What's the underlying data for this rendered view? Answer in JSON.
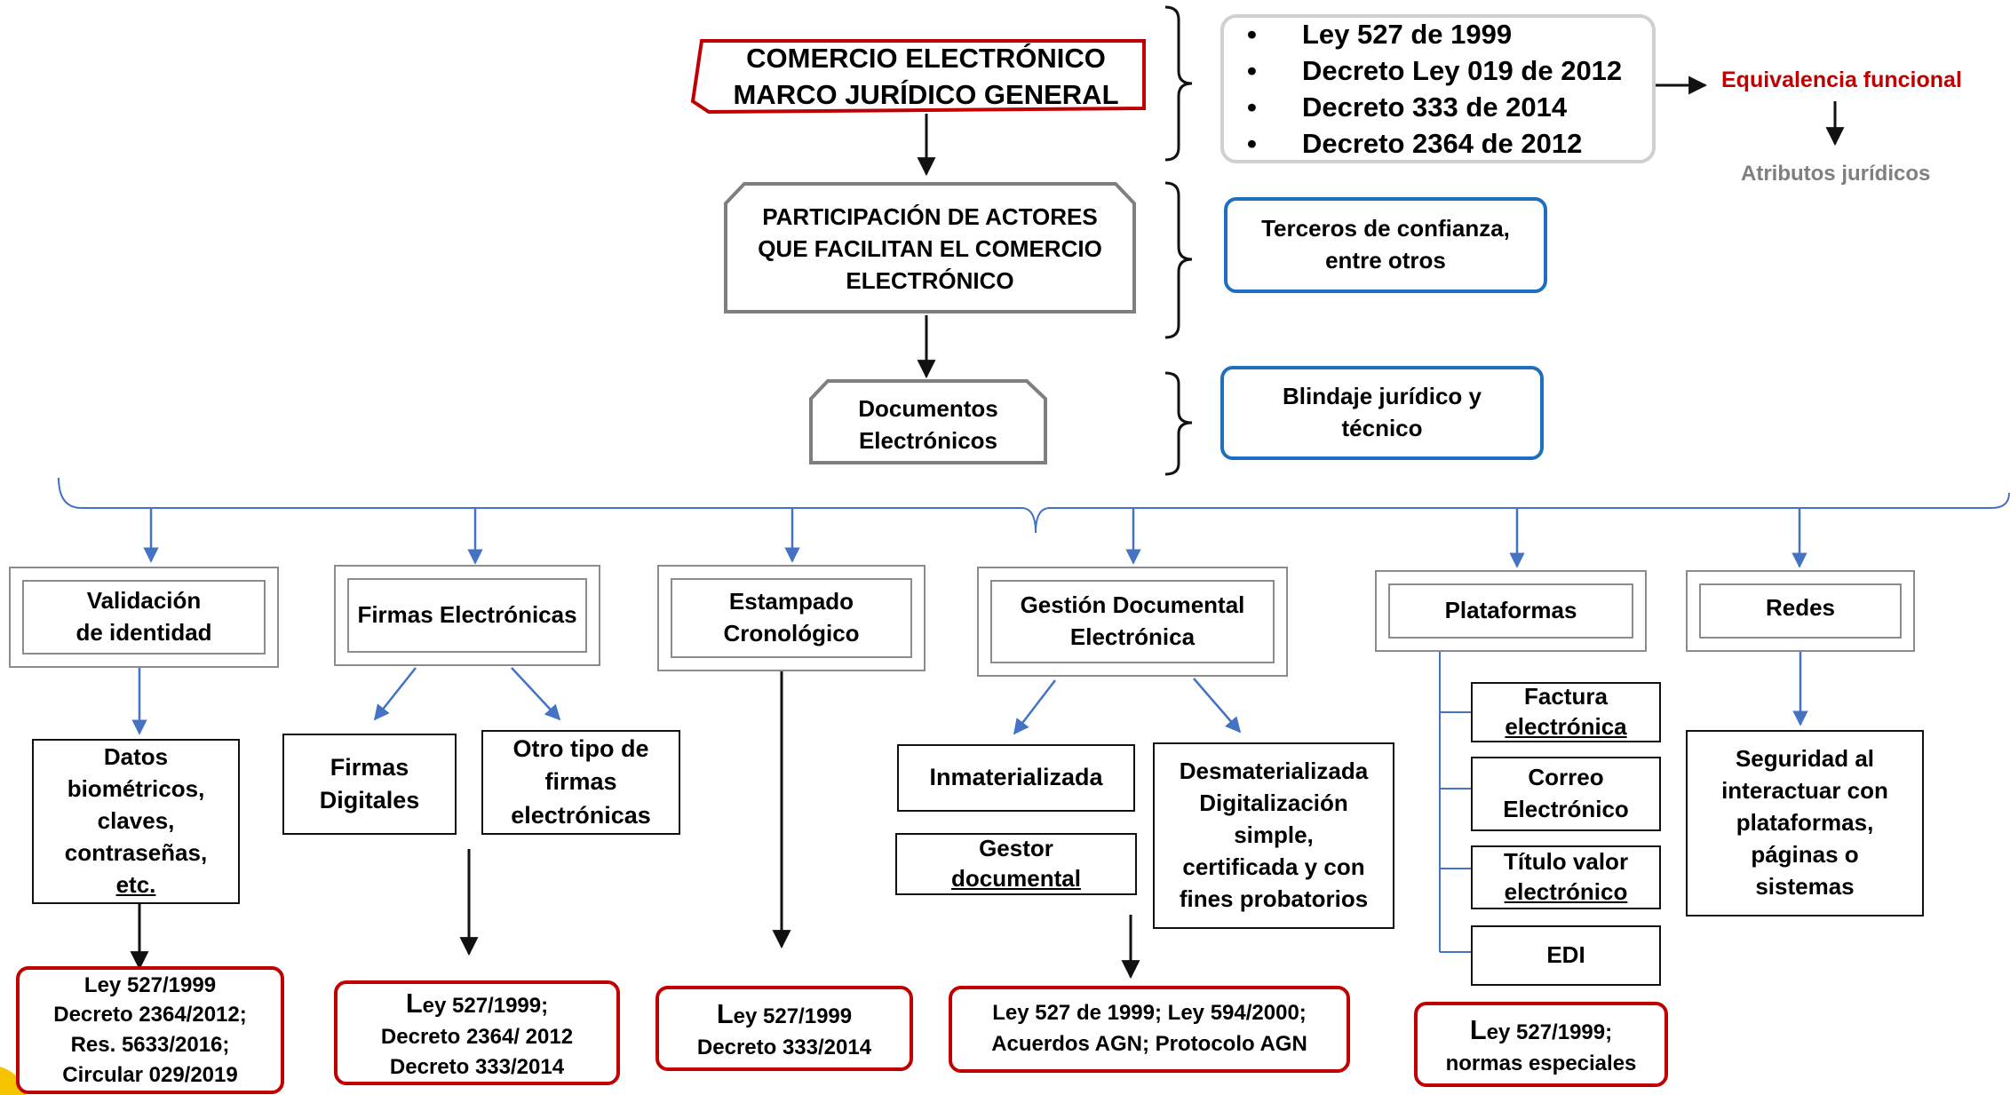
{
  "top": {
    "main_title_line1": "COMERCIO ELECTRÓNICO",
    "main_title_line2": "MARCO JURÍDICO GENERAL",
    "laws": [
      "Ley 527 de 1999",
      "Decreto Ley 019 de 2012",
      "Decreto 333 de 2014",
      "Decreto 2364 de 2012"
    ],
    "equivalencia": "Equivalencia funcional",
    "atributos": "Atributos jurídicos"
  },
  "level2": {
    "actors_line1": "PARTICIPACIÓN DE ACTORES",
    "actors_line2": "QUE FACILITAN EL COMERCIO",
    "actors_line3": "ELECTRÓNICO",
    "terceros_line1": "Terceros de confianza,",
    "terceros_line2": "entre otros"
  },
  "level3": {
    "docs_line1": "Documentos",
    "docs_line2": "Electrónicos",
    "blindaje_line1": "Blindaje jurídico y",
    "blindaje_line2": "técnico"
  },
  "categories": {
    "validacion": {
      "line1": "Validación",
      "line2": "de identidad"
    },
    "firmas": {
      "line1": "Firmas Electrónicas"
    },
    "estampado": {
      "line1": "Estampado",
      "line2": "Cronológico"
    },
    "gestion": {
      "line1": "Gestión Documental",
      "line2": "Electrónica"
    },
    "plataformas": {
      "line1": "Plataformas"
    },
    "redes": {
      "line1": "Redes"
    }
  },
  "subitems": {
    "datos": [
      "Datos",
      "biométricos,",
      "claves,",
      "contraseñas,",
      "etc."
    ],
    "firmas_digitales": [
      "Firmas",
      "Digitales"
    ],
    "otro_tipo": [
      "Otro tipo de",
      "firmas",
      "electrónicas"
    ],
    "inmaterializada": "Inmaterializada",
    "gestor": [
      "Gestor",
      "documental"
    ],
    "desmaterializada": [
      "Desmaterializada",
      "Digitalización",
      "simple,",
      "certificada y con",
      "fines probatorios"
    ],
    "factura": [
      "Factura",
      "electrónica"
    ],
    "correo": [
      "Correo",
      "Electrónico"
    ],
    "titulo": [
      "Título valor",
      "electrónico"
    ],
    "edi": "EDI",
    "seguridad": [
      "Seguridad al",
      "interactuar con",
      "plataformas,",
      "páginas o",
      "sistemas"
    ]
  },
  "legal": {
    "validacion": [
      "Ley 527/1999",
      "Decreto 2364/2012;",
      "Res. 5633/2016;",
      "Circular 029/2019"
    ],
    "firmas": [
      "L",
      "ey 527/1999;",
      "Decreto 2364/ 2012",
      "Decreto 333/2014"
    ],
    "estampado": [
      "L",
      "ey 527/1999",
      "Decreto 333/2014"
    ],
    "gestion": [
      "Ley 527 de 1999; Ley 594/2000;",
      "Acuerdos AGN; Protocolo AGN"
    ],
    "plataformas": [
      "L",
      "ey 527/1999;",
      "normas especiales"
    ]
  },
  "colors": {
    "red": "#c00000",
    "blue": "#1f6fbf",
    "gray": "#7f7f7f",
    "arrow_blue": "#4472c4",
    "yellow": "#f5c400"
  }
}
